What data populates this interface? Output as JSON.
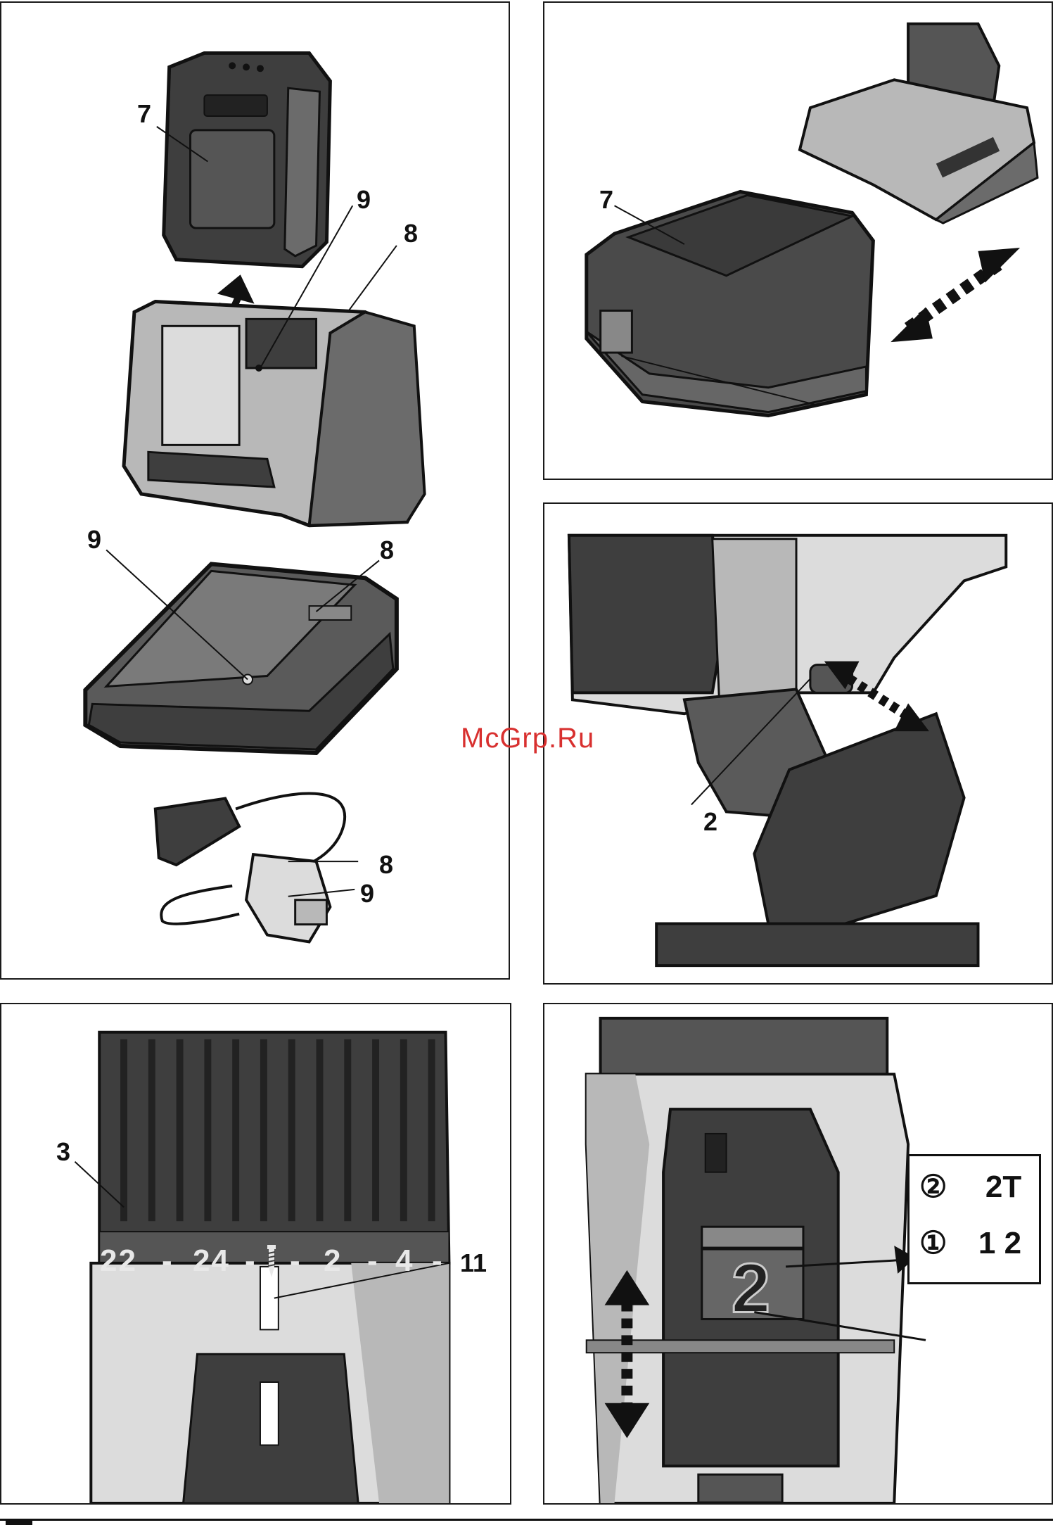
{
  "panels": {
    "charger": {
      "callouts": {
        "battery": "7",
        "charger_top": "8",
        "indicator_top": "9",
        "charger_mid": "8",
        "indicator_mid": "9",
        "adapter_charger": "8",
        "adapter_indicator": "9"
      }
    },
    "battery_insert": {
      "callouts": {
        "battery": "7"
      }
    },
    "trigger": {
      "callouts": {
        "switch": "2"
      }
    },
    "torque_collar": {
      "callouts": {
        "collar": "3",
        "marker": "11"
      },
      "dial_marks": [
        "22",
        "-",
        "24",
        "-",
        "-",
        "2",
        "-",
        "4",
        "-"
      ]
    },
    "gear_selector": {
      "selector_digit": "2",
      "mode_rows": [
        {
          "number": "②",
          "glyphs": "2T"
        },
        {
          "number": "①",
          "glyphs": "1 2"
        }
      ]
    }
  },
  "watermark": "McGrp.Ru",
  "icons": [
    "double-arrow-icon",
    "screw-icon",
    "drill-bit-icon",
    "hammer-icon"
  ],
  "colors": {
    "dark_plastic": "#3e3e3e",
    "mid_plastic": "#6b6b6b",
    "light_plastic": "#b8b8b8",
    "very_light": "#dcdcdc",
    "watermark": "#d8302f"
  }
}
